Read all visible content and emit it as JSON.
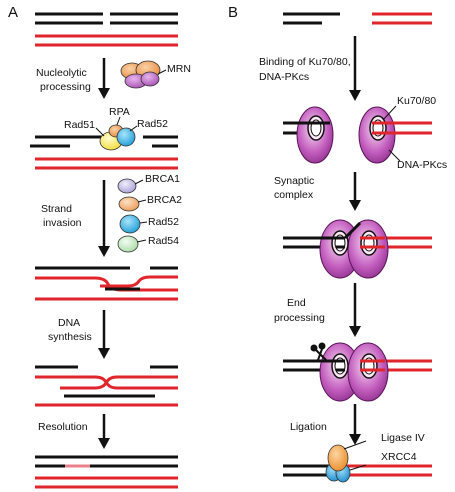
{
  "panels": {
    "a": "A",
    "b": "B"
  },
  "steps_a": {
    "nucleolytic_1": "Nucleolytic",
    "nucleolytic_2": "processing",
    "strand_1": "Strand",
    "strand_2": "invasion",
    "synthesis_1": "DNA",
    "synthesis_2": "synthesis",
    "resolution": "Resolution"
  },
  "proteins_a": {
    "mrn": "MRN",
    "rpa": "RPA",
    "rad51": "Rad51",
    "rad52_top": "Rad52",
    "brca1": "BRCA1",
    "brca2": "BRCA2",
    "rad52": "Rad52",
    "rad54": "Rad54"
  },
  "steps_b": {
    "binding_1": "Binding of Ku70/80,",
    "binding_2": "DNA-PKcs",
    "synaptic_1": "Synaptic",
    "synaptic_2": "complex",
    "end_1": "End",
    "end_2": "processing",
    "ligation": "Ligation"
  },
  "proteins_b": {
    "ku": "Ku70/80",
    "dnapkcs": "DNA-PKcs",
    "ligase": "Ligase IV",
    "xrcc4": "XRCC4"
  },
  "colors": {
    "dna_black": "#111111",
    "dna_red": "#e0262b",
    "mrn_orange": "#f4a460",
    "mrn_purple": "#b970c3",
    "rpa_orange": "#f39c5c",
    "rad51_yellow": "#fbee6a",
    "rad52_blue": "#38b6e6",
    "brca1_lavender": "#c9c0e6",
    "brca2_orange": "#f6b27a",
    "rad54_green": "#c8ecc8",
    "dnapkcs_purple": "#8e2a8c",
    "ku_pink": "#f2d8ea",
    "ligase_orange": "#f29a3a",
    "xrcc4_blue": "#2e9fd8"
  },
  "icons": [
    "arrow-down-icon",
    "scissors-icon"
  ]
}
